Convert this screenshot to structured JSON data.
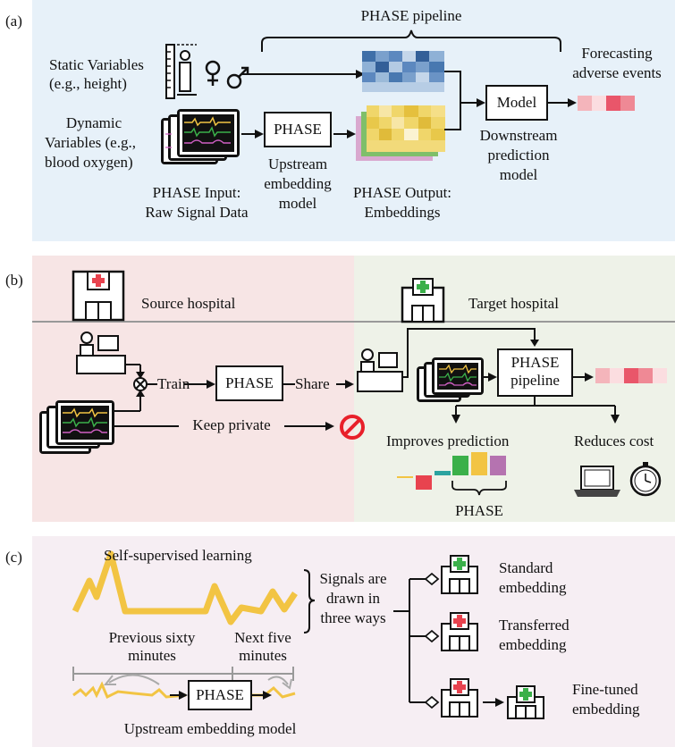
{
  "panel_a": {
    "tag": "(a)",
    "pipeline_title": "PHASE pipeline",
    "static_vars": [
      "Static Variables",
      "(e.g., height)"
    ],
    "dynamic_vars": [
      "Dynamic",
      "Variables (e.g.,",
      "blood oxygen)"
    ],
    "phase_box": "PHASE",
    "model_box": "Model",
    "forecast": [
      "Forecasting",
      "adverse events"
    ],
    "downstream": [
      "Downstream",
      "prediction",
      "model"
    ],
    "upstream": [
      "Upstream",
      "embedding",
      "model"
    ],
    "phase_input": [
      "PHASE Input:",
      "Raw Signal Data"
    ],
    "phase_output": [
      "PHASE Output:",
      "Embeddings"
    ],
    "colors": {
      "background": "#e7f1f9",
      "static_embed": "#4a7fb5",
      "dynamic_embed": "#e8c84a"
    }
  },
  "panel_b": {
    "tag": "(b)",
    "source": "Source hospital",
    "target": "Target hospital",
    "train": "Train",
    "phase_box": "PHASE",
    "share": "Share",
    "keep_private": "Keep private",
    "pipeline_box": [
      "PHASE",
      "pipeline"
    ],
    "improves": "Improves prediction",
    "reduces": "Reduces cost",
    "phase_brace": "PHASE",
    "colors": {
      "source_bg": "#f7e5e5",
      "target_bg": "#eef2e8",
      "cross": "#e8434f",
      "green_cross": "#3bb04a"
    }
  },
  "panel_c": {
    "tag": "(c)",
    "ssl": "Self-supervised learning",
    "signals": [
      "Signals are",
      "drawn in",
      "three ways"
    ],
    "prev": [
      "Previous sixty",
      "minutes"
    ],
    "next": [
      "Next five",
      "minutes"
    ],
    "phase_box": "PHASE",
    "upstream": "Upstream embedding model",
    "ways": [
      [
        "Standard",
        "embedding"
      ],
      [
        "Transferred",
        "embedding"
      ],
      [
        "Fine-tuned",
        "embedding"
      ]
    ],
    "colors": {
      "background": "#f6eef3",
      "signal": "#f2c443"
    }
  }
}
